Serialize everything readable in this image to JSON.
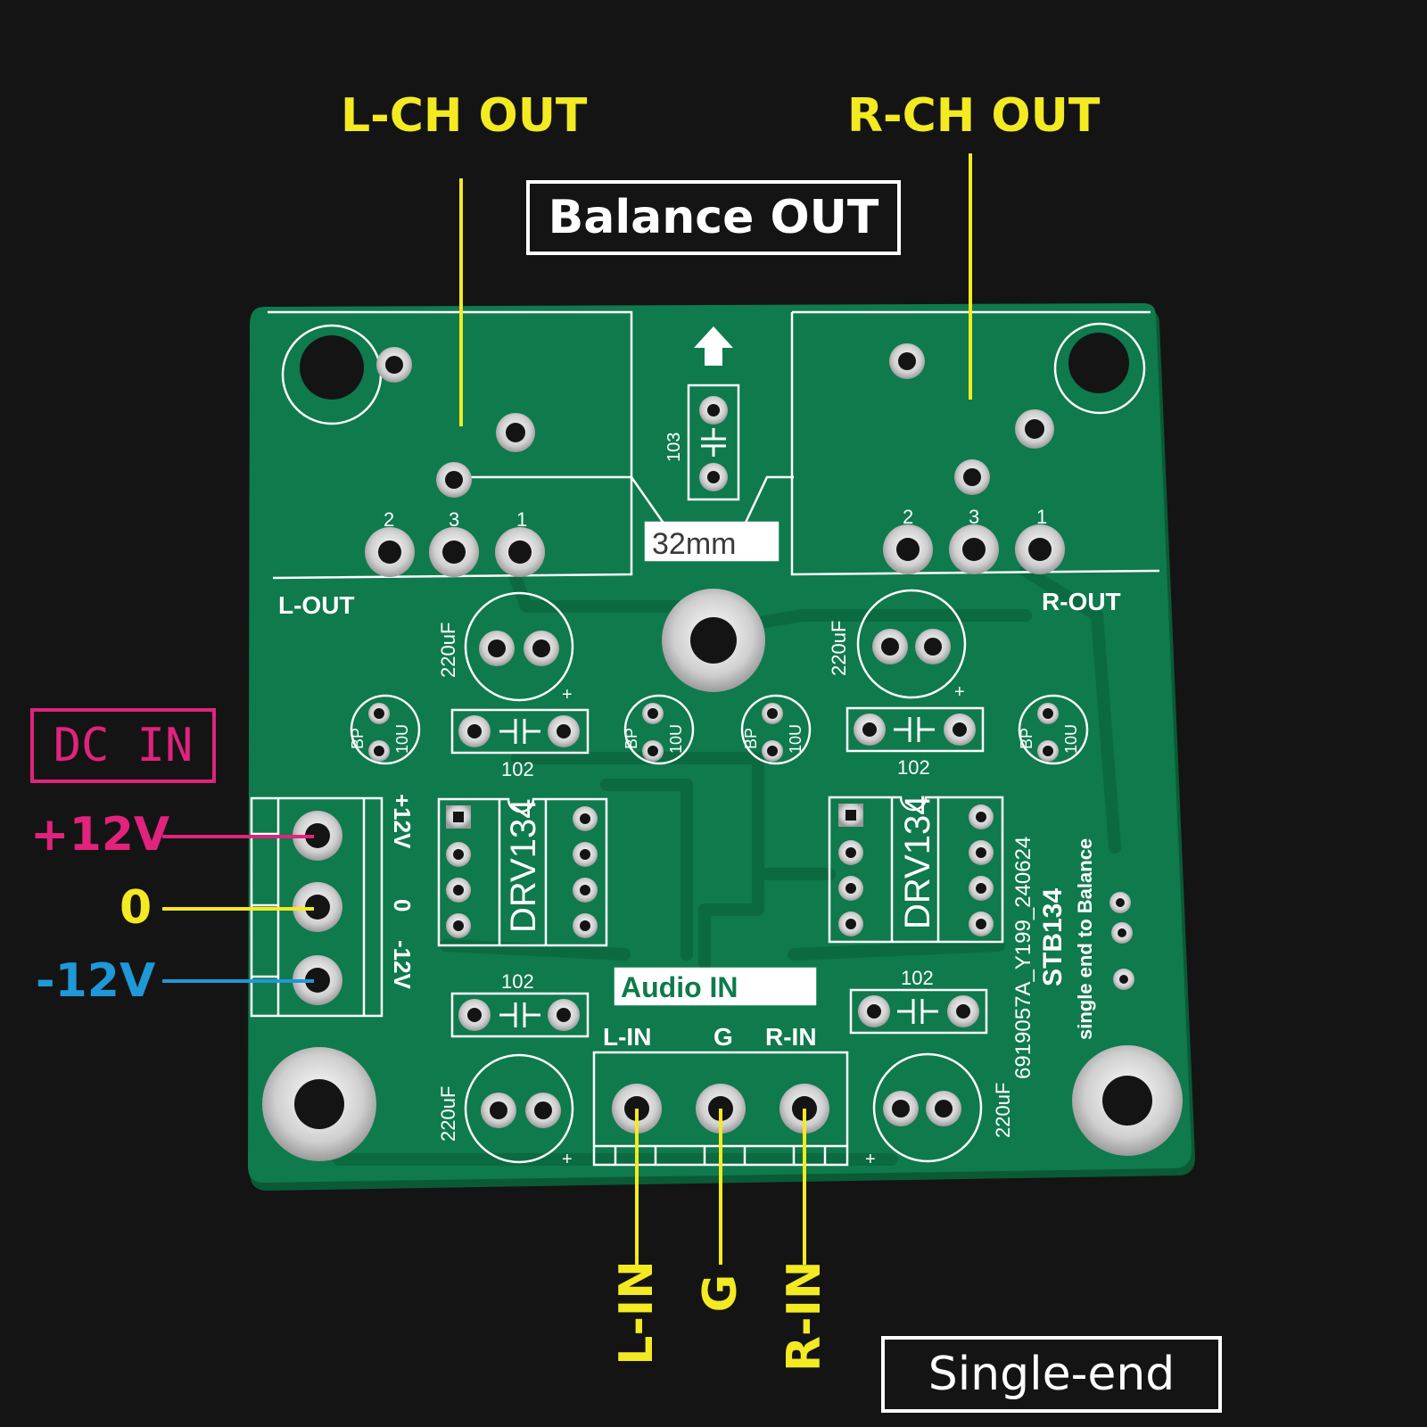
{
  "annotations": {
    "l_ch_out": "L-CH OUT",
    "r_ch_out": "R-CH OUT",
    "balance_out": "Balance OUT",
    "dc_in": "DC IN",
    "plus12v": "+12V",
    "zero": "0",
    "minus12v": "-12V",
    "l_in": "L-IN",
    "g": "G",
    "r_in": "R-IN",
    "single_end": "Single-end"
  },
  "board": {
    "l_out": "L-OUT",
    "r_out": "R-OUT",
    "pin2": "2",
    "pin3": "3",
    "pin1": "1",
    "cap103": "103",
    "dim32": "32mm",
    "cap220": "220uF",
    "bp": "BP",
    "u10": "10U",
    "cap102": "102",
    "plus": "+",
    "chip": "DRV134",
    "audio_in": "Audio IN",
    "l_in": "L-IN",
    "g": "G",
    "r_in": "R-IN",
    "pwr_p12": "+12V",
    "pwr_0": "0",
    "pwr_m12": "-12V",
    "stb134": "STB134",
    "desc": "single end to Balance",
    "serial": "6919057A_Y199_240624"
  },
  "colors": {
    "background": "#141414",
    "pcb": "#0f7a4c",
    "silk": "#ffffff",
    "pad": "#d9d9d9",
    "yellow": "#f3ea22",
    "magenta": "#e0237c",
    "blue": "#1f98d8"
  }
}
